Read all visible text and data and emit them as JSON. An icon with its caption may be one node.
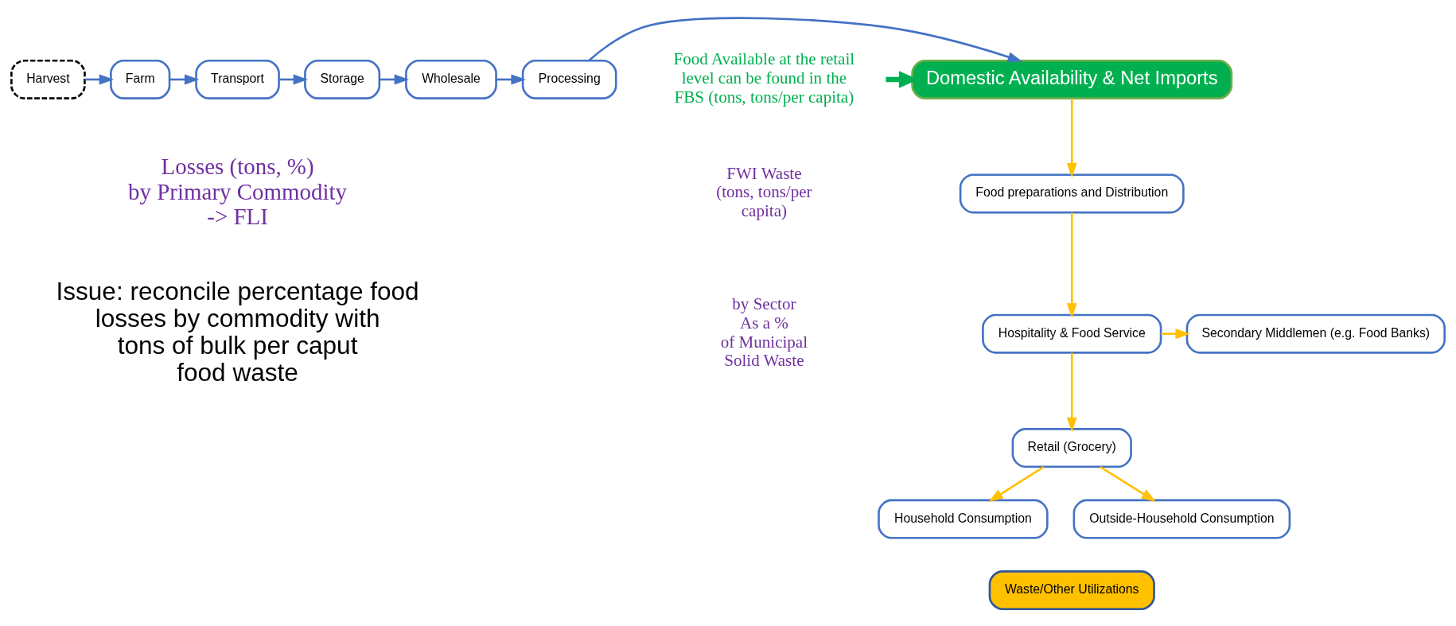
{
  "diagram": {
    "nodes": [
      {
        "text": [
          "Harvest"
        ]
      },
      {
        "text": [
          "Farm"
        ]
      },
      {
        "text": [
          "Transport"
        ]
      },
      {
        "text": [
          "Storage"
        ]
      },
      {
        "text": [
          "Wholesale"
        ]
      },
      {
        "text": [
          "Processing"
        ]
      },
      {
        "text": [
          "Domestic Availability & Net Imports"
        ]
      },
      {
        "text": [
          "Food Available at the retail level can be found in the FBS (tons, tons/per capita)"
        ]
      },
      {
        "text": [
          "Food preparations and Distribution"
        ]
      },
      {
        "text": [
          "Secondary Middlemen (e.g. Food Banks)"
        ]
      },
      {
        "text": [
          "Hospitality & Food Service"
        ]
      },
      {
        "text": [
          "Retail (Grocery)"
        ]
      },
      {
        "text": [
          "Household Consumption"
        ]
      },
      {
        "text": [
          "Outside-Household Consumption"
        ]
      },
      {
        "text": [
          "Waste/Other Utilizations"
        ]
      }
    ],
    "edges": [
      {
        "from": 0,
        "to": 1,
        "arrow": "to"
      },
      {
        "from": 1,
        "to": 2,
        "arrow": "to"
      },
      {
        "from": 2,
        "to": 3,
        "arrow": "to"
      },
      {
        "from": 3,
        "to": 4,
        "arrow": "to"
      },
      {
        "from": 4,
        "to": 5,
        "arrow": "to"
      },
      {
        "from": 5,
        "to": 6,
        "arrow": "to"
      },
      {
        "from": 7,
        "to": 6,
        "arrow": "to",
        "style": "thick",
        "color": "#00b050"
      },
      {
        "from": 6,
        "to": 8,
        "arrow": "to",
        "color": "#ffc000"
      },
      {
        "from": 8,
        "to": 10,
        "arrow": "to",
        "color": "#ffc000"
      },
      {
        "from": 10,
        "to": 9,
        "arrow": "to",
        "color": "#ffc000"
      },
      {
        "from": 10,
        "to": 11,
        "arrow": "to",
        "color": "#ffc000"
      },
      {
        "from": 11,
        "to": 12,
        "arrow": "to",
        "color": "#ffc000"
      },
      {
        "from": 11,
        "to": 13,
        "arrow": "to",
        "color": "#ffc000"
      }
    ],
    "labels": [
      "Losses (tons, %) by Primary Commodity -> FLI",
      "Issue: reconcile percentage food losses by commodity with tons of bulk per caput food waste",
      "FWI Waste (tons, tons/per capita)",
      "by Sector As a % of Municipal Solid Waste"
    ]
  }
}
